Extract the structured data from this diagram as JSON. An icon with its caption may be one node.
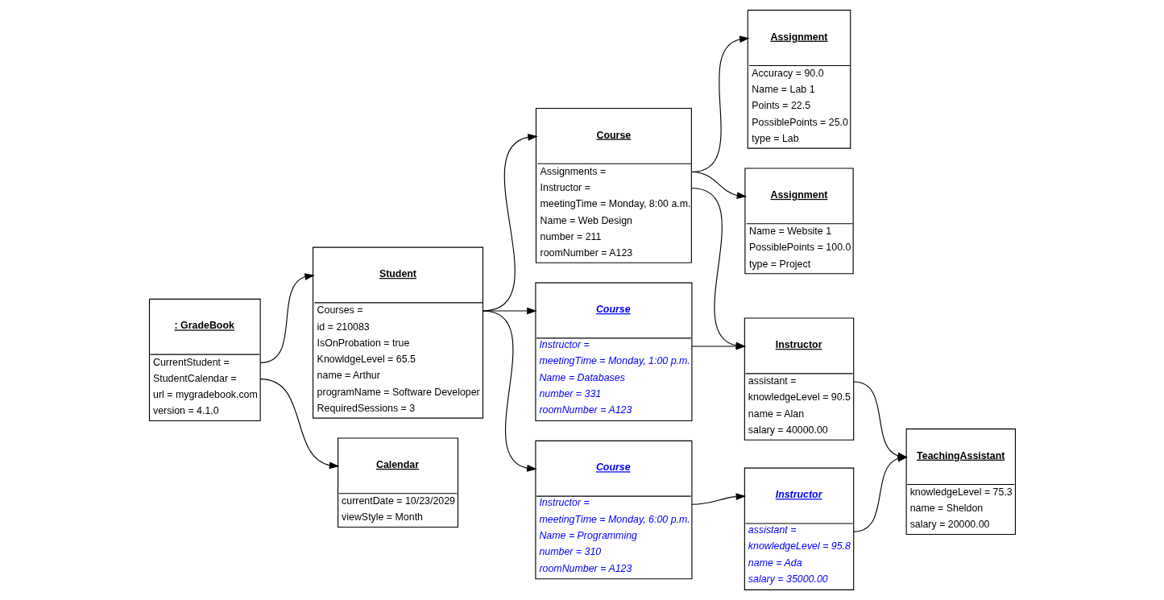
{
  "diagram": {
    "nodes": [
      {
        "text": [
          ": GradeBook",
          "CurrentStudent =",
          "StudentCalendar =",
          "url = mygradebook.com",
          "version = 4.1.0"
        ]
      },
      {
        "text": [
          "Student",
          "Courses =",
          "id = 210083",
          "IsOnProbation = true",
          "KnowldgeLevel = 65.5",
          "name = Arthur",
          "programName = Software Developer",
          "RequiredSessions = 3"
        ]
      },
      {
        "text": [
          "Calendar",
          "currentDate = 10/23/2029",
          "viewStyle = Month"
        ]
      },
      {
        "text": [
          "Course",
          "Assignments =",
          "Instructor =",
          "meetingTime = Monday, 8:00 a.m.",
          "Name = Web Design",
          "number = 211",
          "roomNumber = A123"
        ]
      },
      {
        "text": [
          "Course",
          "Instructor =",
          "meetingTime = Monday, 1:00 p.m.",
          "Name = Databases",
          "number = 331",
          "roomNumber = A123"
        ]
      },
      {
        "text": [
          "Course",
          "Instructor =",
          "meetingTime = Monday, 6:00 p.m.",
          "Name = Programming",
          "number = 310",
          "roomNumber = A123"
        ]
      },
      {
        "text": [
          "Assignment",
          "Accuracy = 90.0",
          "Name = Lab 1",
          "Points = 22.5",
          "PossiblePoints = 25.0",
          "type = Lab"
        ]
      },
      {
        "text": [
          "Assignment",
          "Name = Website 1",
          "PossiblePoints = 100.0",
          "type = Project"
        ]
      },
      {
        "text": [
          "Instructor",
          "assistant =",
          "knowledgeLevel = 90.5",
          "name = Alan",
          "salary = 40000.00"
        ]
      },
      {
        "text": [
          "Instructor",
          "assistant =",
          "knowledgeLevel = 95.8",
          "name = Ada",
          "salary = 35000.00"
        ]
      },
      {
        "text": [
          "TeachingAssistant",
          "knowledgeLevel = 75.3",
          "name = Sheldon",
          "salary = 20000.00"
        ]
      }
    ],
    "edges": [
      {
        "from": 0,
        "to": 1,
        "arrow": "to"
      },
      {
        "from": 0,
        "to": 2,
        "arrow": "to"
      },
      {
        "from": 1,
        "to": 3,
        "arrow": "to"
      },
      {
        "from": 1,
        "to": 4,
        "arrow": "to"
      },
      {
        "from": 1,
        "to": 5,
        "arrow": "to"
      },
      {
        "from": 3,
        "to": 6,
        "arrow": "to"
      },
      {
        "from": 3,
        "to": 7,
        "arrow": "to"
      },
      {
        "from": 3,
        "to": 8,
        "arrow": "to"
      },
      {
        "from": 4,
        "to": 8,
        "arrow": "to"
      },
      {
        "from": 5,
        "to": 9,
        "arrow": "to"
      },
      {
        "from": 8,
        "to": 10,
        "arrow": "to"
      },
      {
        "from": 9,
        "to": 10,
        "arrow": "to"
      }
    ]
  }
}
